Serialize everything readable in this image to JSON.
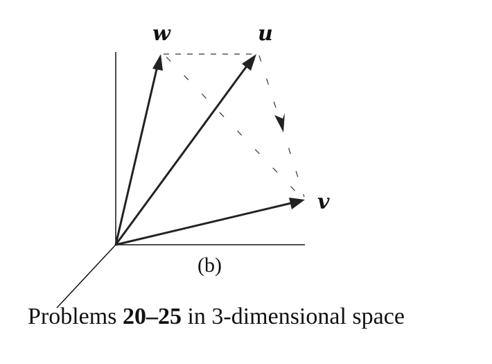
{
  "labels": {
    "w": "w",
    "u": "u",
    "v": "v",
    "panel": "(b)"
  },
  "caption": {
    "prefix": "Problems",
    "bold": "20–25",
    "suffix": "in 3-dimensional space"
  },
  "colors": {
    "ink": "#111111",
    "arrow": "#222222",
    "background": "#ffffff"
  }
}
